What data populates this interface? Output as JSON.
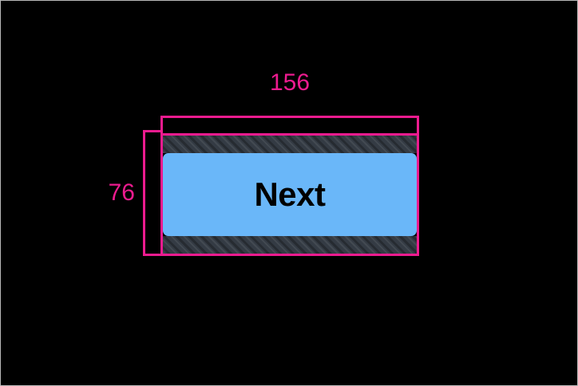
{
  "overlay": {
    "canvas_background": "#000000",
    "accent_color": "#ed1b8f",
    "padding_hatch_color": "#343b44"
  },
  "measurements": {
    "width": {
      "label": "156",
      "axis": "horizontal",
      "bracket_name": "width-dimension-bracket"
    },
    "height": {
      "label": "76",
      "axis": "vertical",
      "bracket_name": "height-dimension-bracket"
    }
  },
  "element": {
    "type": "button",
    "label": "Next",
    "background_color": "#6ab7f9",
    "text_color": "#000000",
    "border_color": "#ed1b8f",
    "padding_band_top": "hatched",
    "padding_band_bottom": "hatched"
  }
}
